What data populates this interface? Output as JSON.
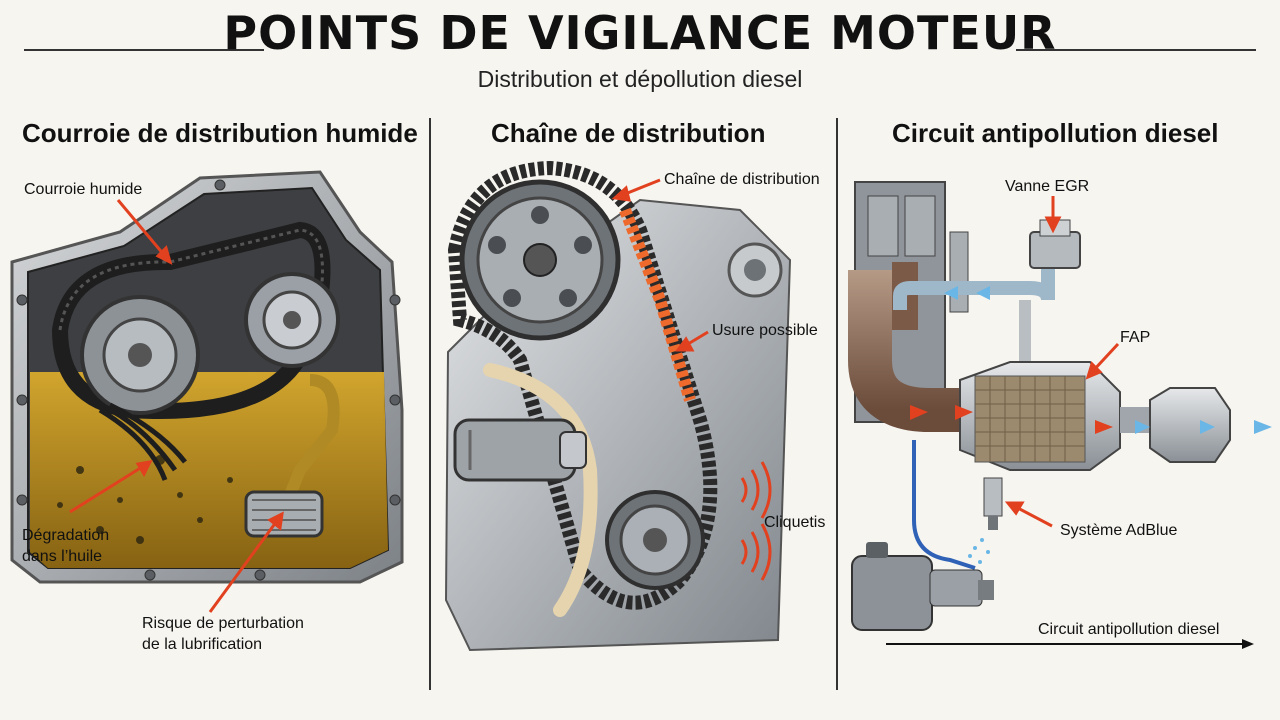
{
  "header": {
    "title": "POINTS DE VIGILANCE MOTEUR",
    "subtitle": "Distribution et dépollution diesel"
  },
  "panels": [
    {
      "title": "Courroie de distribution humide",
      "labels": {
        "belt": "Courroie humide",
        "oil_line1": "Dégradation",
        "oil_line2": "dans l’huile",
        "lub_line1": "Risque de perturbation",
        "lub_line2": "de la lubrification"
      }
    },
    {
      "title": "Chaîne de distribution",
      "labels": {
        "chain": "Chaîne de distribution",
        "wear": "Usure possible",
        "noise": "Cliquetis"
      }
    },
    {
      "title": "Circuit antipollution diesel",
      "labels": {
        "egr": "Vanne EGR",
        "fap": "FAP",
        "adblue": "Système AdBlue",
        "circuit": "Circuit antipollution diesel"
      }
    }
  ],
  "colors": {
    "accent": "#e2411f",
    "oil": "#c4951f",
    "flow": "#6ab6e6",
    "metal": "#9aa0a6"
  }
}
